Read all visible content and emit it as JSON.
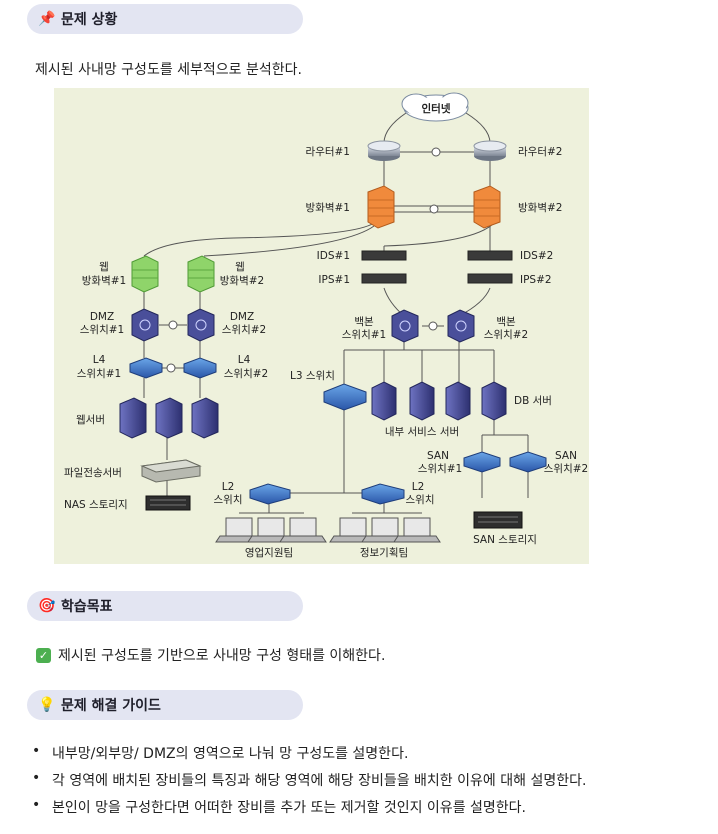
{
  "sections": {
    "problem": {
      "icon": "pushpin-icon",
      "title": "문제 상황"
    },
    "goal": {
      "icon": "target-icon",
      "title": "학습목표"
    },
    "guide": {
      "icon": "lightbulb-icon",
      "title": "문제 해결 가이드"
    }
  },
  "intro_text": "제시된 사내망 구성도를 세부적으로 분석한다.",
  "diagram": {
    "internet": "인터넷",
    "router1": "라우터#1",
    "router2": "라우터#2",
    "firewall1": "방화벽#1",
    "firewall2": "방화벽#2",
    "ids1": "IDS#1",
    "ids2": "IDS#2",
    "ips1": "IPS#1",
    "ips2": "IPS#2",
    "webfw1_a": "웹",
    "webfw1_b": "방화벽#1",
    "webfw2_a": "웹",
    "webfw2_b": "방화벽#2",
    "dmz1_a": "DMZ",
    "dmz1_b": "스위치#1",
    "dmz2_a": "DMZ",
    "dmz2_b": "스위치#2",
    "bb1_a": "백본",
    "bb1_b": "스위치#1",
    "bb2_a": "백본",
    "bb2_b": "스위치#2",
    "l4_1_a": "L4",
    "l4_1_b": "스위치#1",
    "l4_2_a": "L4",
    "l4_2_b": "스위치#2",
    "l3": "L3 스위치",
    "db": "DB 서버",
    "webserver": "웹서버",
    "internal": "내부 서비스 서버",
    "ftp": "파일전송서버",
    "nas": "NAS 스토리지",
    "san1_a": "SAN",
    "san1_b": "스위치#1",
    "san2_a": "SAN",
    "san2_b": "스위치#2",
    "l2a_a": "L2",
    "l2a_b": "스위치",
    "l2b_a": "L2",
    "l2b_b": "스위치",
    "sales": "영업지원팀",
    "infoplan": "정보기획팀",
    "sanstorage": "SAN 스토리지"
  },
  "goal_text": "제시된 구성도를 기반으로 사내망 구성 형태를 이해한다.",
  "guide_items": [
    "내부망/외부망/ DMZ의 영역으로 나눠 망 구성도를 설명한다.",
    "각 영역에 배치된 장비들의 특징과 해당 영역에 해당 장비들을 배치한 이유에 대해 설명한다.",
    "본인이 망을 구성한다면 어떠한 장비를 추가 또는 제거할 것인지 이유를 설명한다."
  ],
  "colors": {
    "header_bg": "#e3e5f2",
    "diagram_bg": "#eef1dc",
    "firewall": "#f08a3c",
    "web_firewall": "#8fd46a",
    "switch": "#3b5db0",
    "core_switch": "#4a4f9a",
    "server": "#4c4f99"
  }
}
